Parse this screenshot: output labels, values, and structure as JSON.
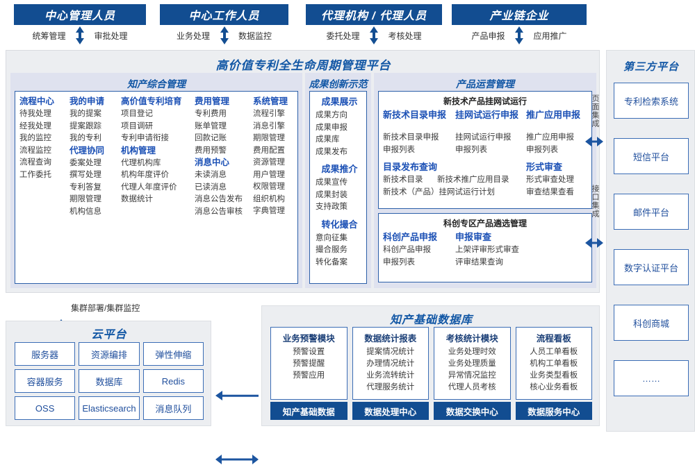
{
  "roles": [
    {
      "title": "中心管理人员",
      "flows": [
        "统筹管理",
        "审批处理"
      ]
    },
    {
      "title": "中心工作人员",
      "flows": [
        "业务处理",
        "数据监控"
      ]
    },
    {
      "title": "代理机构 / 代理人员",
      "flows": [
        "委托处理",
        "考核处理"
      ]
    },
    {
      "title": "产业链企业",
      "flows": [
        "产品申报",
        "应用推广"
      ]
    }
  ],
  "platform": {
    "title": "高价值专利全生命周期管理平台",
    "groups": {
      "ip_mgmt": {
        "title": "知产综合管理",
        "columns": [
          {
            "sections": [
              {
                "head": "流程中心",
                "items": [
                  "待我处理",
                  "经我处理",
                  "我的监控",
                  "流程监控",
                  "流程查询",
                  "工作委托"
                ]
              }
            ]
          },
          {
            "sections": [
              {
                "head": "我的申请",
                "items": [
                  "我的提案",
                  "提案跟踪",
                  "我的专利"
                ]
              },
              {
                "head": "代理协同",
                "items": [
                  "委案处理",
                  "撰写处理",
                  "专利答复",
                  "期限管理",
                  "机构信息"
                ]
              }
            ]
          },
          {
            "sections": [
              {
                "head": "高价值专利培育",
                "items": [
                  "项目登记",
                  "项目调研",
                  "专利申请衔接"
                ]
              },
              {
                "head": "机构管理",
                "items": [
                  "代理机构库",
                  "机构年度评价",
                  "代理人年度评价",
                  "数据统计"
                ]
              }
            ]
          },
          {
            "sections": [
              {
                "head": "费用管理",
                "items": [
                  "专利费用",
                  "账单管理",
                  "回款记账",
                  "费用预警"
                ]
              },
              {
                "head": "消息中心",
                "items": [
                  "未读消息",
                  "已读消息",
                  "消息公告发布",
                  "消息公告审核"
                ]
              }
            ]
          },
          {
            "sections": [
              {
                "head": "系统管理",
                "items": [
                  "流程引擎",
                  "消息引擎",
                  "期限管理",
                  "费用配置",
                  "资源管理",
                  "用户管理",
                  "权限管理",
                  "组织机构",
                  "字典管理"
                ]
              }
            ]
          }
        ]
      },
      "achievement": {
        "title": "成果创新示范",
        "sections": [
          {
            "head": "成果展示",
            "items": [
              "成果方向",
              "成果申报",
              "成果库",
              "成果发布"
            ]
          },
          {
            "head": "成果推介",
            "items": [
              "成果宣传",
              "成果封装",
              "支持政策"
            ]
          },
          {
            "head": "转化撮合",
            "items": [
              "意向征集",
              "撮合服务",
              "转化备案"
            ]
          }
        ]
      },
      "product_ops": {
        "title": "产品运营管理",
        "blocks": [
          {
            "subtitle": "新技术产品挂网试运行",
            "row1": [
              {
                "head": "新技术目录申报",
                "items": [
                  "新技术目录申报",
                  "申报列表"
                ]
              },
              {
                "head": "挂网试运行申报",
                "items": [
                  "挂网试运行申报",
                  "申报列表"
                ]
              },
              {
                "head": "推广应用申报",
                "items": [
                  "推广应用申报",
                  "申报列表"
                ]
              }
            ],
            "row2_left": {
              "head": "目录发布查询",
              "items": [
                "新技术目录",
                "新技术推广应用目录",
                "新技术（产品）挂网试运行计划"
              ]
            },
            "row2_right": {
              "head": "形式审查",
              "items": [
                "形式审查处理",
                "审查结果查看"
              ]
            }
          },
          {
            "subtitle": "科创专区产品遴选管理",
            "row1": [
              {
                "head": "科创产品申报",
                "items": [
                  "科创产品申报",
                  "申报列表"
                ]
              },
              {
                "head": "申报审查",
                "items": [
                  "上架评审形式审查",
                  "评审结果查询"
                ]
              }
            ]
          }
        ]
      }
    },
    "integration_labels": [
      "页面集成",
      "接口集成"
    ]
  },
  "third_party": {
    "title": "第三方平台",
    "items": [
      "专利检索系统",
      "短信平台",
      "邮件平台",
      "数字认证平台",
      "科创商城",
      "……"
    ]
  },
  "cluster_label": "集群部署/集群监控",
  "cloud": {
    "title": "云平台",
    "cells": [
      "服务器",
      "资源编排",
      "弹性伸缩",
      "容器服务",
      "数据库",
      "Redis",
      "OSS",
      "Elasticsearch",
      "消息队列"
    ]
  },
  "database": {
    "title": "知产基础数据库",
    "cards": [
      {
        "head": "业务预警模块",
        "items": [
          "预警设置",
          "预警提醒",
          "预警应用"
        ],
        "foot": "知产基础数据"
      },
      {
        "head": "数据统计报表",
        "items": [
          "提案情况统计",
          "办理情况统计",
          "业务流转统计",
          "代理服务统计"
        ],
        "foot": "数据处理中心"
      },
      {
        "head": "考核统计模块",
        "items": [
          "业务处理时效",
          "业务处理质量",
          "异常情况监控",
          "代理人员考核"
        ],
        "foot": "数据交换中心"
      },
      {
        "head": "流程看板",
        "items": [
          "人员工单看板",
          "机构工单看板",
          "业务类型看板",
          "核心业务看板"
        ],
        "foot": "数据服务中心"
      }
    ]
  },
  "colors": {
    "navy": "#124d91",
    "accent_blue": "#1257a5",
    "head_blue": "#1b50b5",
    "panel_bg": "#eceef1",
    "group_bg": "#dfe2ef",
    "border_blue": "#2b5fa8"
  }
}
